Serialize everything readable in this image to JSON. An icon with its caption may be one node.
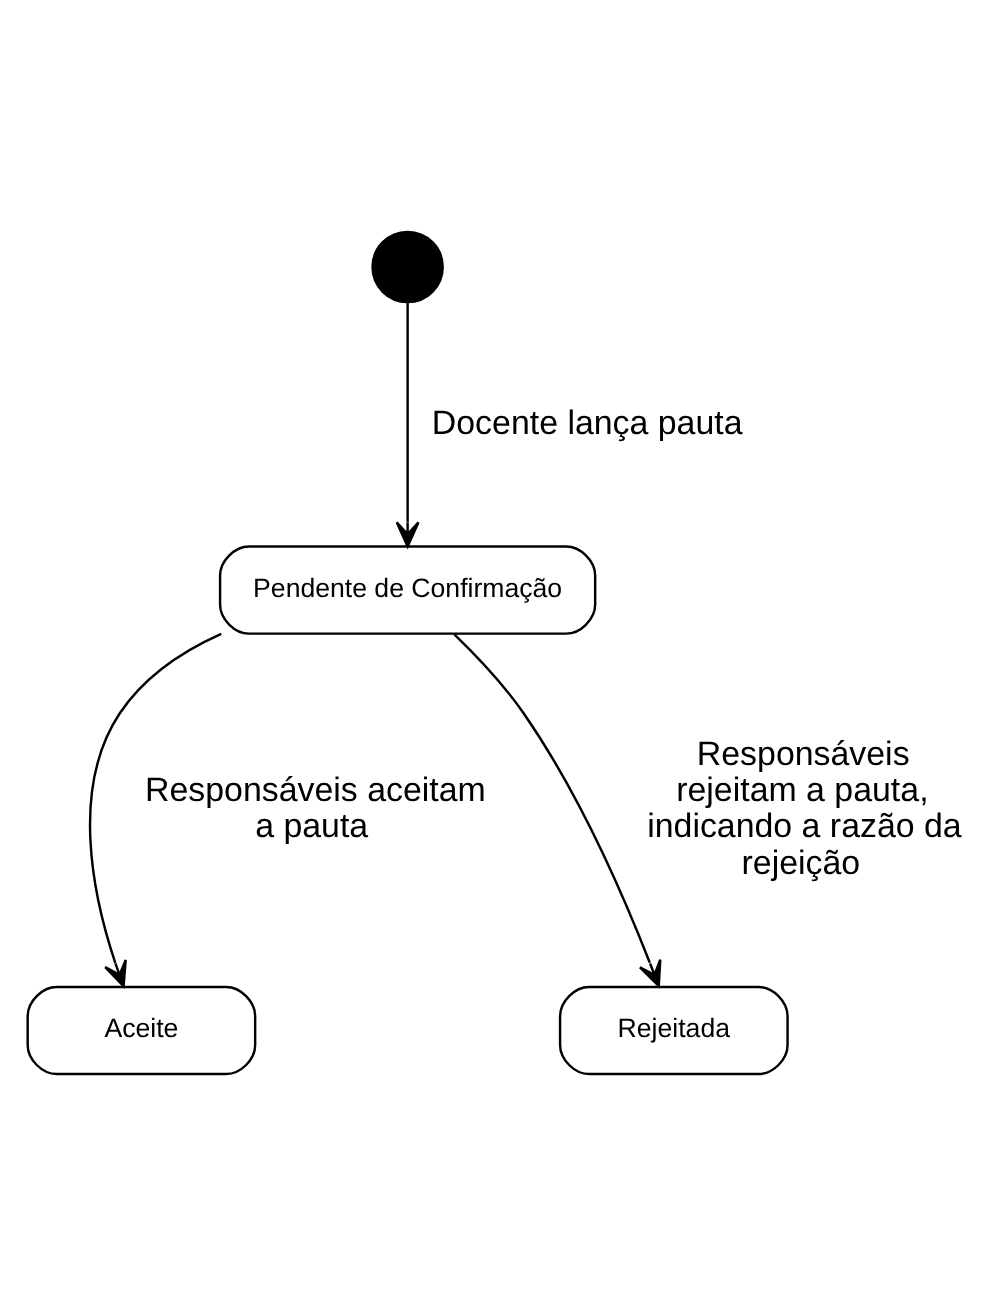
{
  "diagram": {
    "nodes": [
      {
        "text": [],
        "shape": "circle"
      },
      {
        "text": [
          "Pendente de Confirmação"
        ]
      },
      {
        "text": [
          "Aceite"
        ]
      },
      {
        "text": [
          "Rejeitada"
        ]
      }
    ],
    "edges": [
      {
        "from": 0,
        "to": 1,
        "arrow": "to",
        "label": "Docente lança pauta"
      },
      {
        "from": 1,
        "to": 2,
        "arrow": "to",
        "label": "Responsáveis aceitam a pauta"
      },
      {
        "from": 1,
        "to": 3,
        "arrow": "to",
        "label": "Responsáveis rejeitam a pauta, indicando a razão da rejeição"
      }
    ]
  }
}
